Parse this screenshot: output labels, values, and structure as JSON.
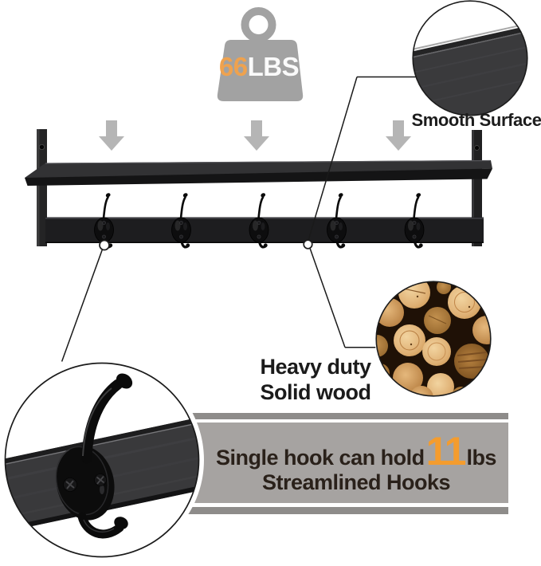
{
  "weight_badge": {
    "value": "66",
    "unit": "LBS"
  },
  "callouts": {
    "smooth_surface": {
      "label": "Smooth Surface"
    },
    "solid_wood": {
      "line1": "Heavy duty",
      "line2": "Solid wood"
    },
    "hook_strength": {
      "prefix": "Single hook can hold",
      "value": "11",
      "unit": "lbs",
      "line2": "Streamlined Hooks"
    }
  },
  "icons": {
    "weight": "weight-kettlebell-icon",
    "arrow": "down-arrow-icon",
    "zoom_circles": [
      "smooth-surface-zoom-circle",
      "wood-grain-zoom-circle",
      "hook-detail-zoom-circle"
    ]
  },
  "colors": {
    "accent_orange": "#F49C2E",
    "weight_orange": "#EFA24E",
    "weight_gray": "#A2A2A2",
    "arrow_gray": "#B5B5B5",
    "banner_band_gray": "#A6A3A1",
    "banner_stripe_gray": "#8E8C8A",
    "text_dark": "#1C1C1C",
    "banner_text_dark": "#2A211A",
    "rack_black": "#1D1D1F",
    "wood_tan": "#D9A768",
    "wood_background": "#1F1106"
  }
}
